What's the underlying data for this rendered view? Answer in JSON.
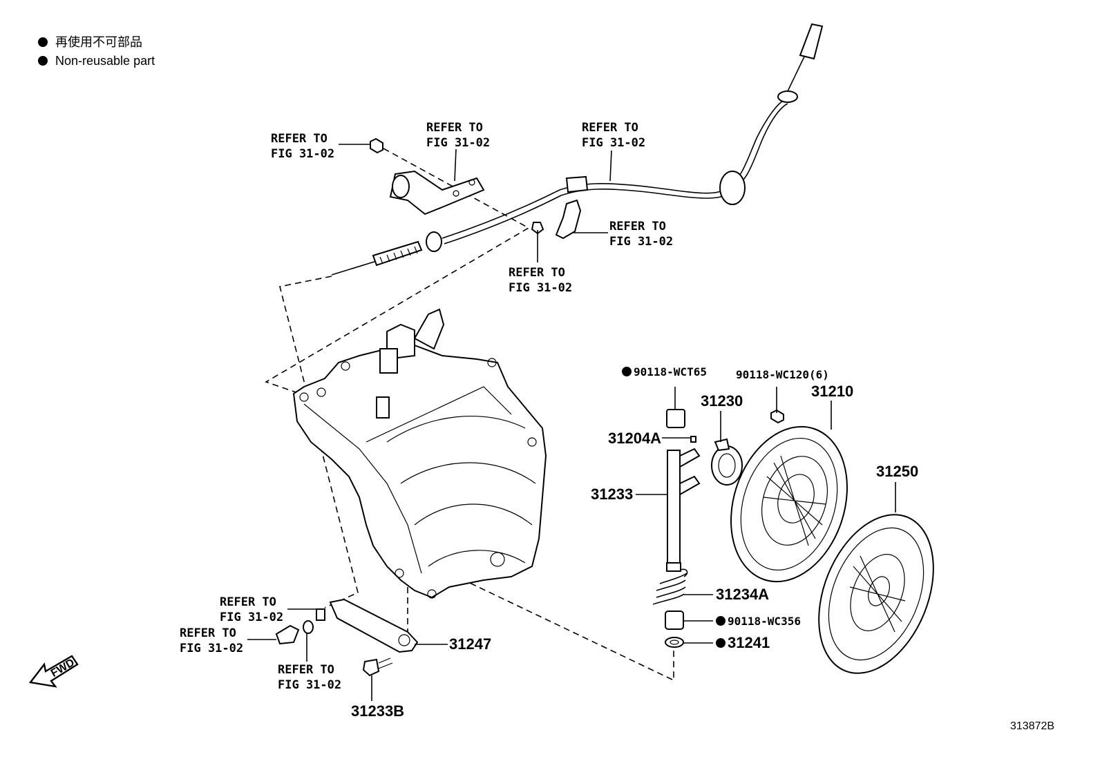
{
  "legend": {
    "jp": "再使用不可部品",
    "en": "Non-reusable part"
  },
  "refer": {
    "line1": "REFER TO",
    "line2": "FIG 31-02"
  },
  "parts": {
    "p90118_wct65": "90118-WCT65",
    "p90118_wc120": "90118-WC120(6)",
    "p31230": "31230",
    "p31210": "31210",
    "p31204A": "31204A",
    "p31233": "31233",
    "p31250": "31250",
    "p31234A": "31234A",
    "p90118_wc356": "90118-WC356",
    "p31241": "31241",
    "p31247": "31247",
    "p31233B": "31233B"
  },
  "fwd": "FWD",
  "figure_code": "313872B"
}
